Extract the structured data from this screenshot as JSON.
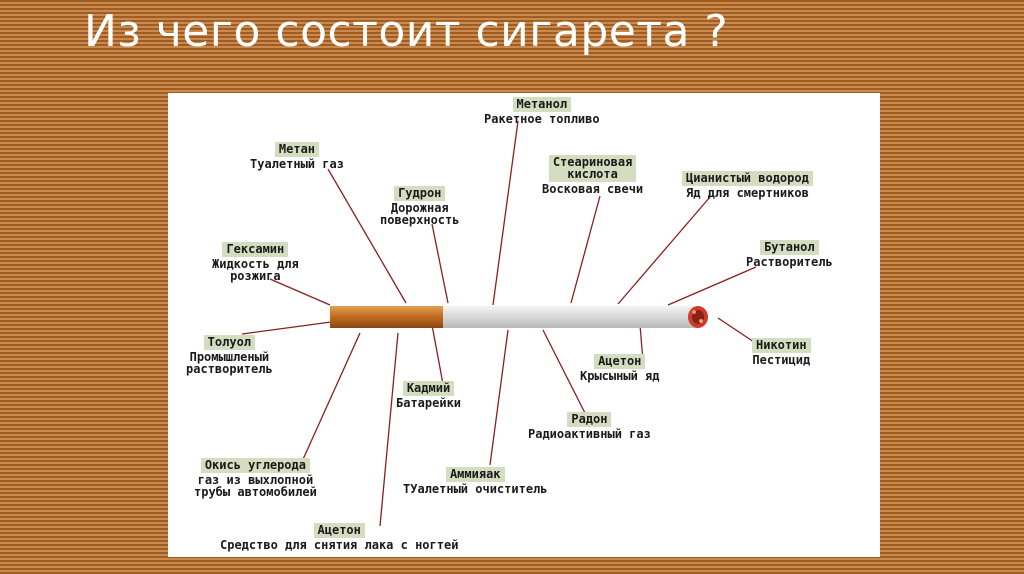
{
  "slide": {
    "title": "Из чего состоит сигарета ?"
  },
  "labels": {
    "methanol": {
      "name": "Метанол",
      "desc": "Ракетное топливо"
    },
    "methane": {
      "name": "Метан",
      "desc": "Туалетный газ"
    },
    "stearic": {
      "name": "Стеариновая\nкислота",
      "desc": "Восковая свечи"
    },
    "cyanide": {
      "name": "Цианистый водород",
      "desc": "Яд для смертников"
    },
    "tar": {
      "name": "Гудрон",
      "desc": "Дорожная\nповерхность"
    },
    "hexamine": {
      "name": "Гексамин",
      "desc": "Жидкость для\nрозжига"
    },
    "butanol": {
      "name": "Бутанол",
      "desc": "Растворитель"
    },
    "toluene": {
      "name": "Толуол",
      "desc": "Промышленый\nрастворитель"
    },
    "nicotine": {
      "name": "Никотин",
      "desc": "Пестицид"
    },
    "acetone1": {
      "name": "Ацетон",
      "desc": "Крысыный яд"
    },
    "cadmium": {
      "name": "Кадмий",
      "desc": "Батарейки"
    },
    "radon": {
      "name": "Радон",
      "desc": "Радиоактивный газ"
    },
    "co": {
      "name": "Окись углерода",
      "desc": "газ из выхлопной\nтрубы автомобилей"
    },
    "ammonia": {
      "name": "Аммияак",
      "desc": "ТУалетный очиститель"
    },
    "acetone2": {
      "name": "Ацетон",
      "desc": "Средство для снятия лака с ногтей"
    }
  },
  "colors": {
    "line": "#8b2020",
    "label_bg": "#d6dcc0",
    "filter": "#c8782a",
    "paper": "#e8e8e8",
    "ember": "#d03a2a"
  }
}
